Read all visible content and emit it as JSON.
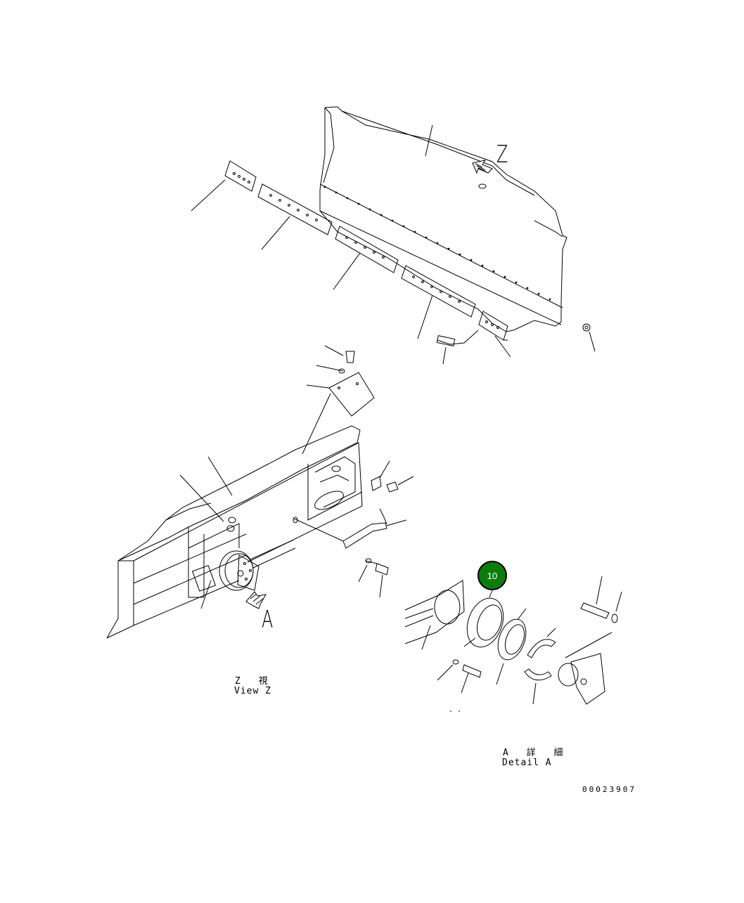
{
  "diagram": {
    "view_z": {
      "label_jp": "Z 視",
      "label_en": "View Z",
      "arrow_letter": "Z"
    },
    "detail_a": {
      "label_jp": "A 詳 細",
      "label_en": "Detail A",
      "arrow_letter": "A"
    },
    "callouts": [
      {
        "number": "10",
        "color": "#0b7d0b"
      }
    ],
    "drawing_number": "00023907"
  }
}
